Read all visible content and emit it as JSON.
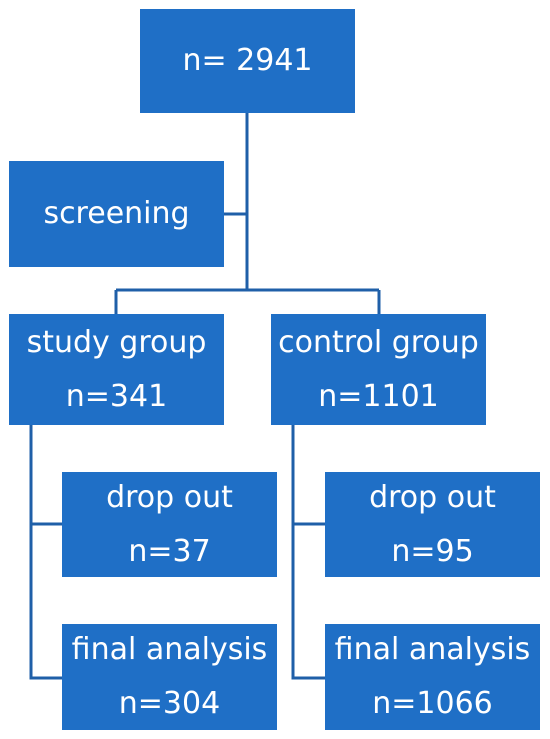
{
  "diagram": {
    "top": {
      "label": "n= 2941"
    },
    "screening": {
      "label": "screening"
    },
    "study": {
      "title": "study group",
      "n": "n=341",
      "dropout": {
        "title": "drop out",
        "n": "n=37"
      },
      "final": {
        "title": "final analysis",
        "n": "n=304"
      }
    },
    "control": {
      "title": "control group",
      "n": "n=1101",
      "dropout": {
        "title": "drop out",
        "n": "n=95"
      },
      "final": {
        "title": "final analysis",
        "n": "n=1066"
      }
    }
  },
  "colors": {
    "box_fill": "#1f6fc6",
    "line": "#1f5fa8",
    "text": "#ffffff"
  }
}
